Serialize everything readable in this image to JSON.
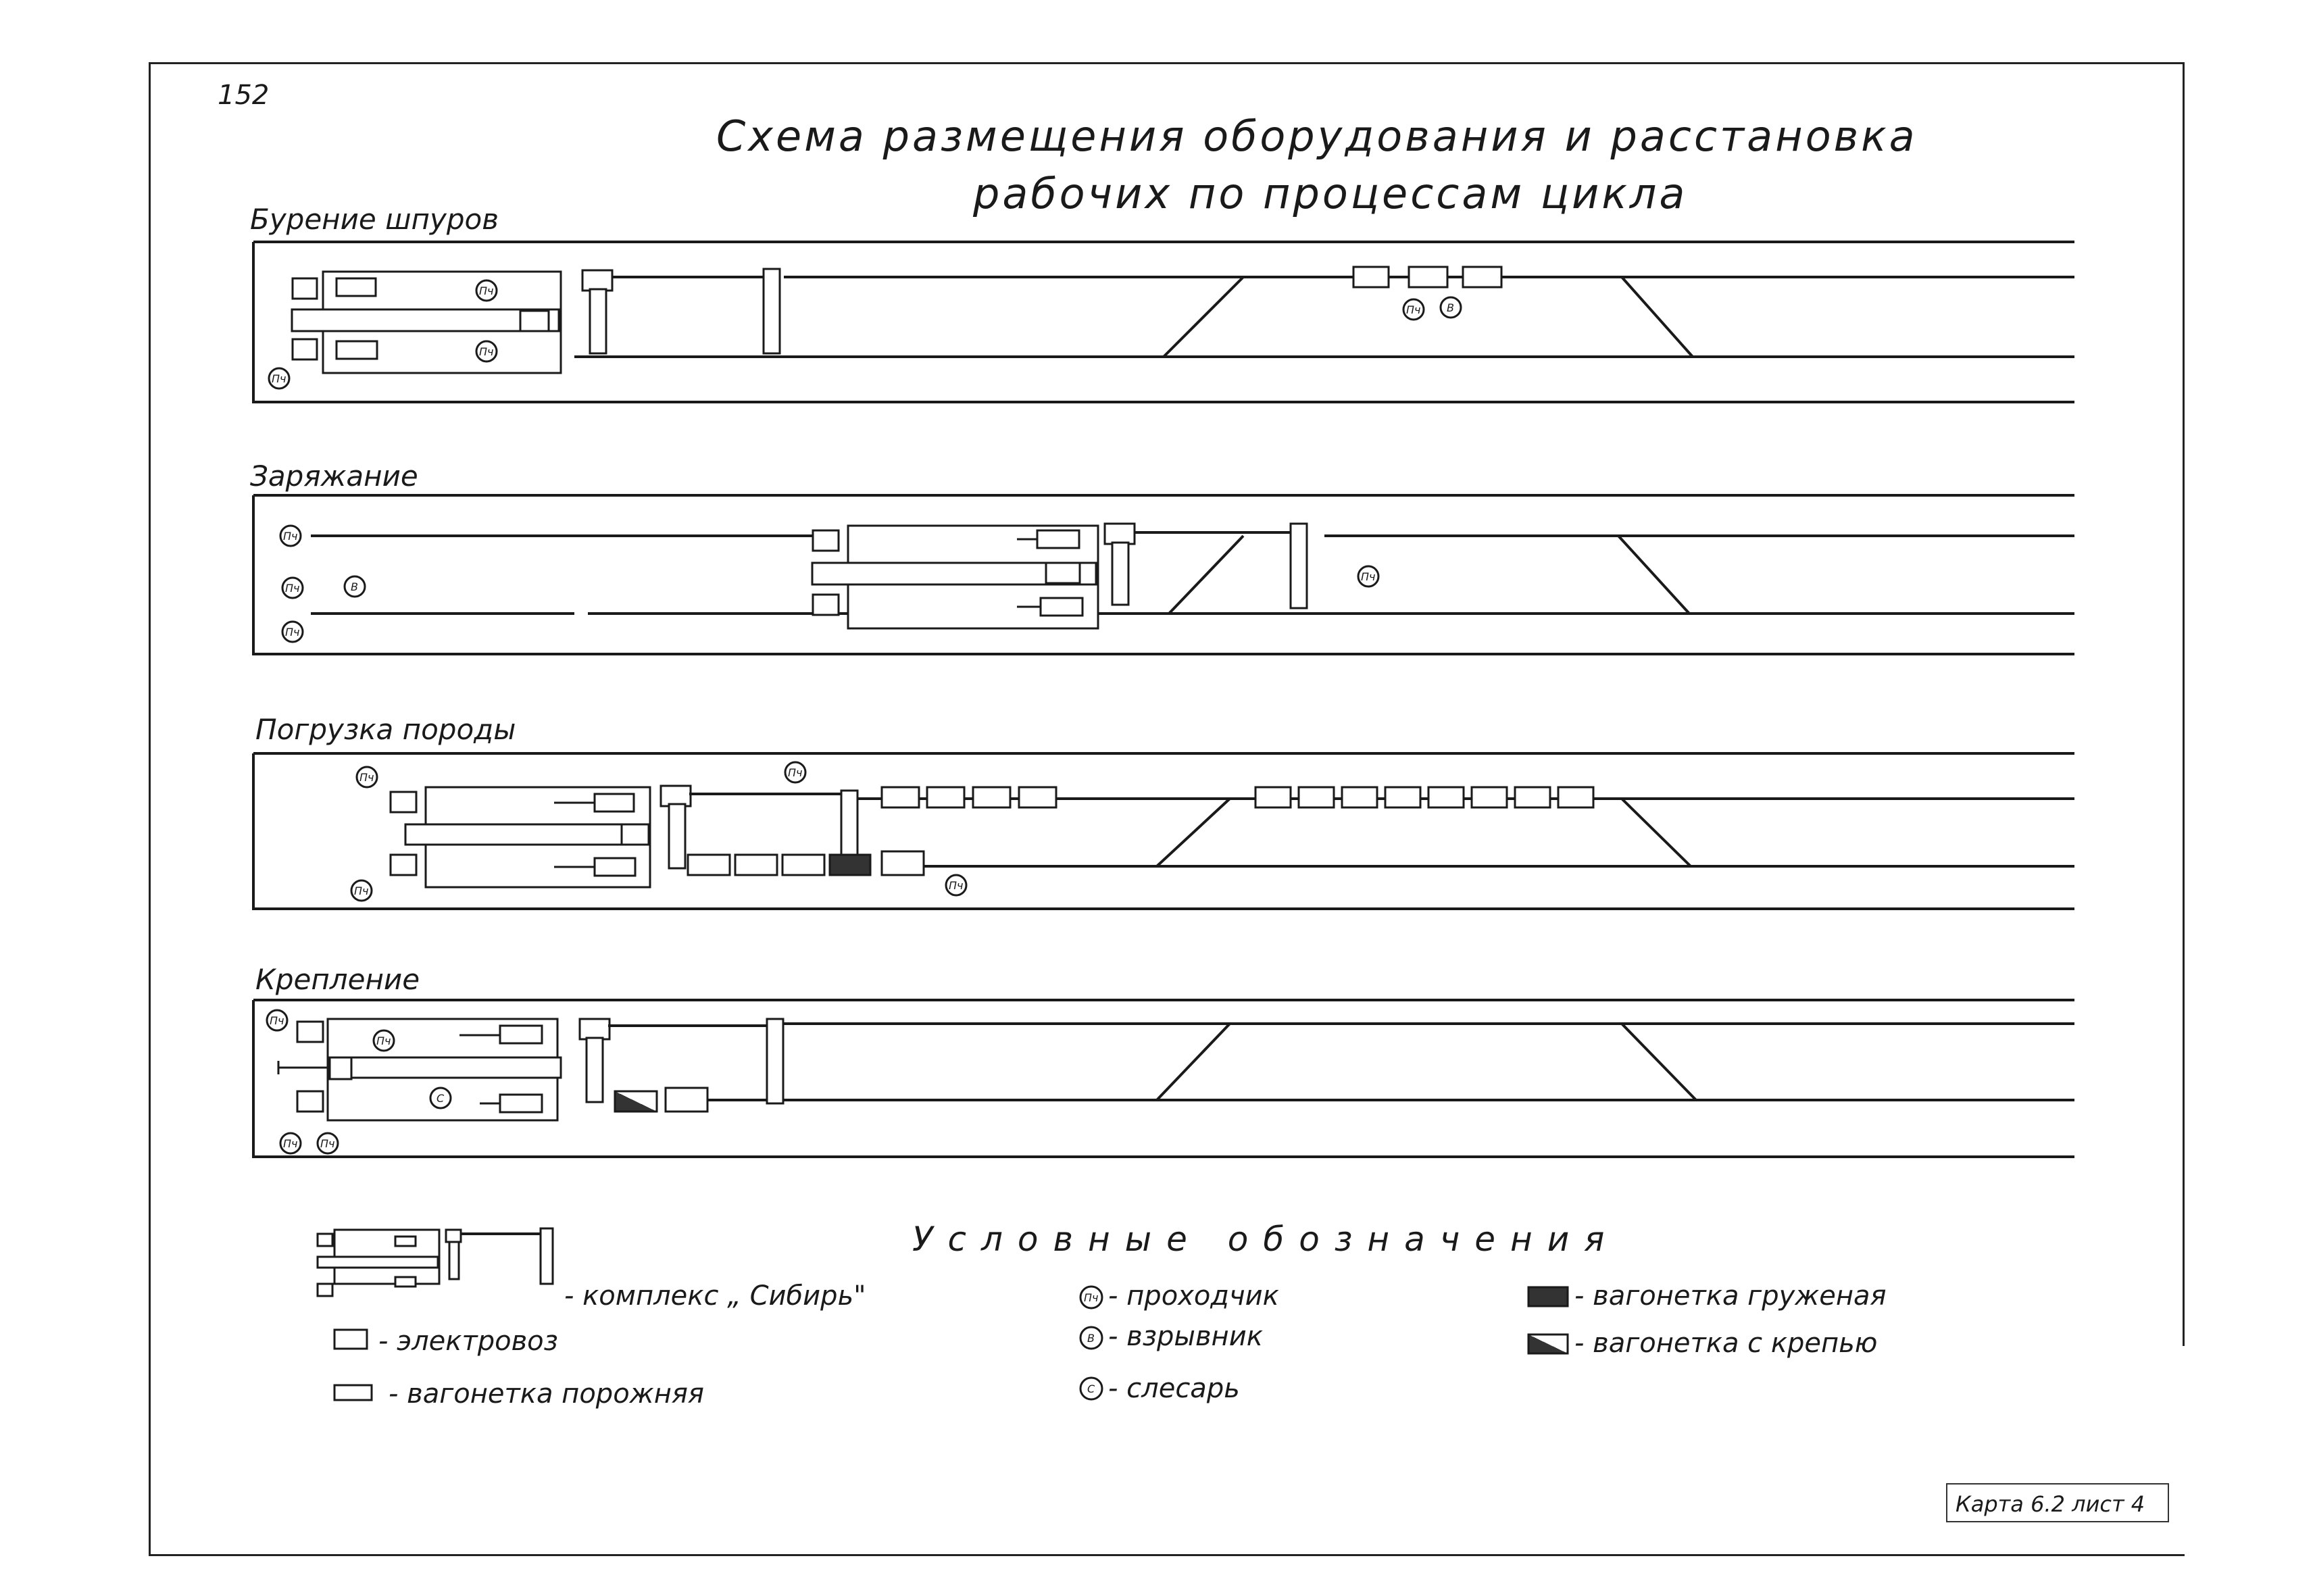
{
  "page_number": "152",
  "title_line1": "Схема размещения оборудования и расстановка",
  "title_line2": "рабочих по процессам цикла",
  "sections": [
    {
      "label": "Бурение шпуров"
    },
    {
      "label": "Заряжание"
    },
    {
      "label": "Погрузка породы"
    },
    {
      "label": "Крепление"
    }
  ],
  "legend": {
    "title": "Условные обозначения",
    "complex": "- комплекс „ Сибирь\"",
    "locomotive": "- электровоз",
    "empty_wagon": "- вагонетка порожняя",
    "tunneler": "- проходчик",
    "blaster": "- взрывник",
    "fitter": "- слесарь",
    "loaded_wagon": "- вагонетка груженая",
    "support_wagon": "- вагонетка с крепью"
  },
  "worker_marks": {
    "tunneler": "Пч",
    "blaster": "В",
    "fitter": "С"
  },
  "stamp": "Карта 6.2 лист 4"
}
